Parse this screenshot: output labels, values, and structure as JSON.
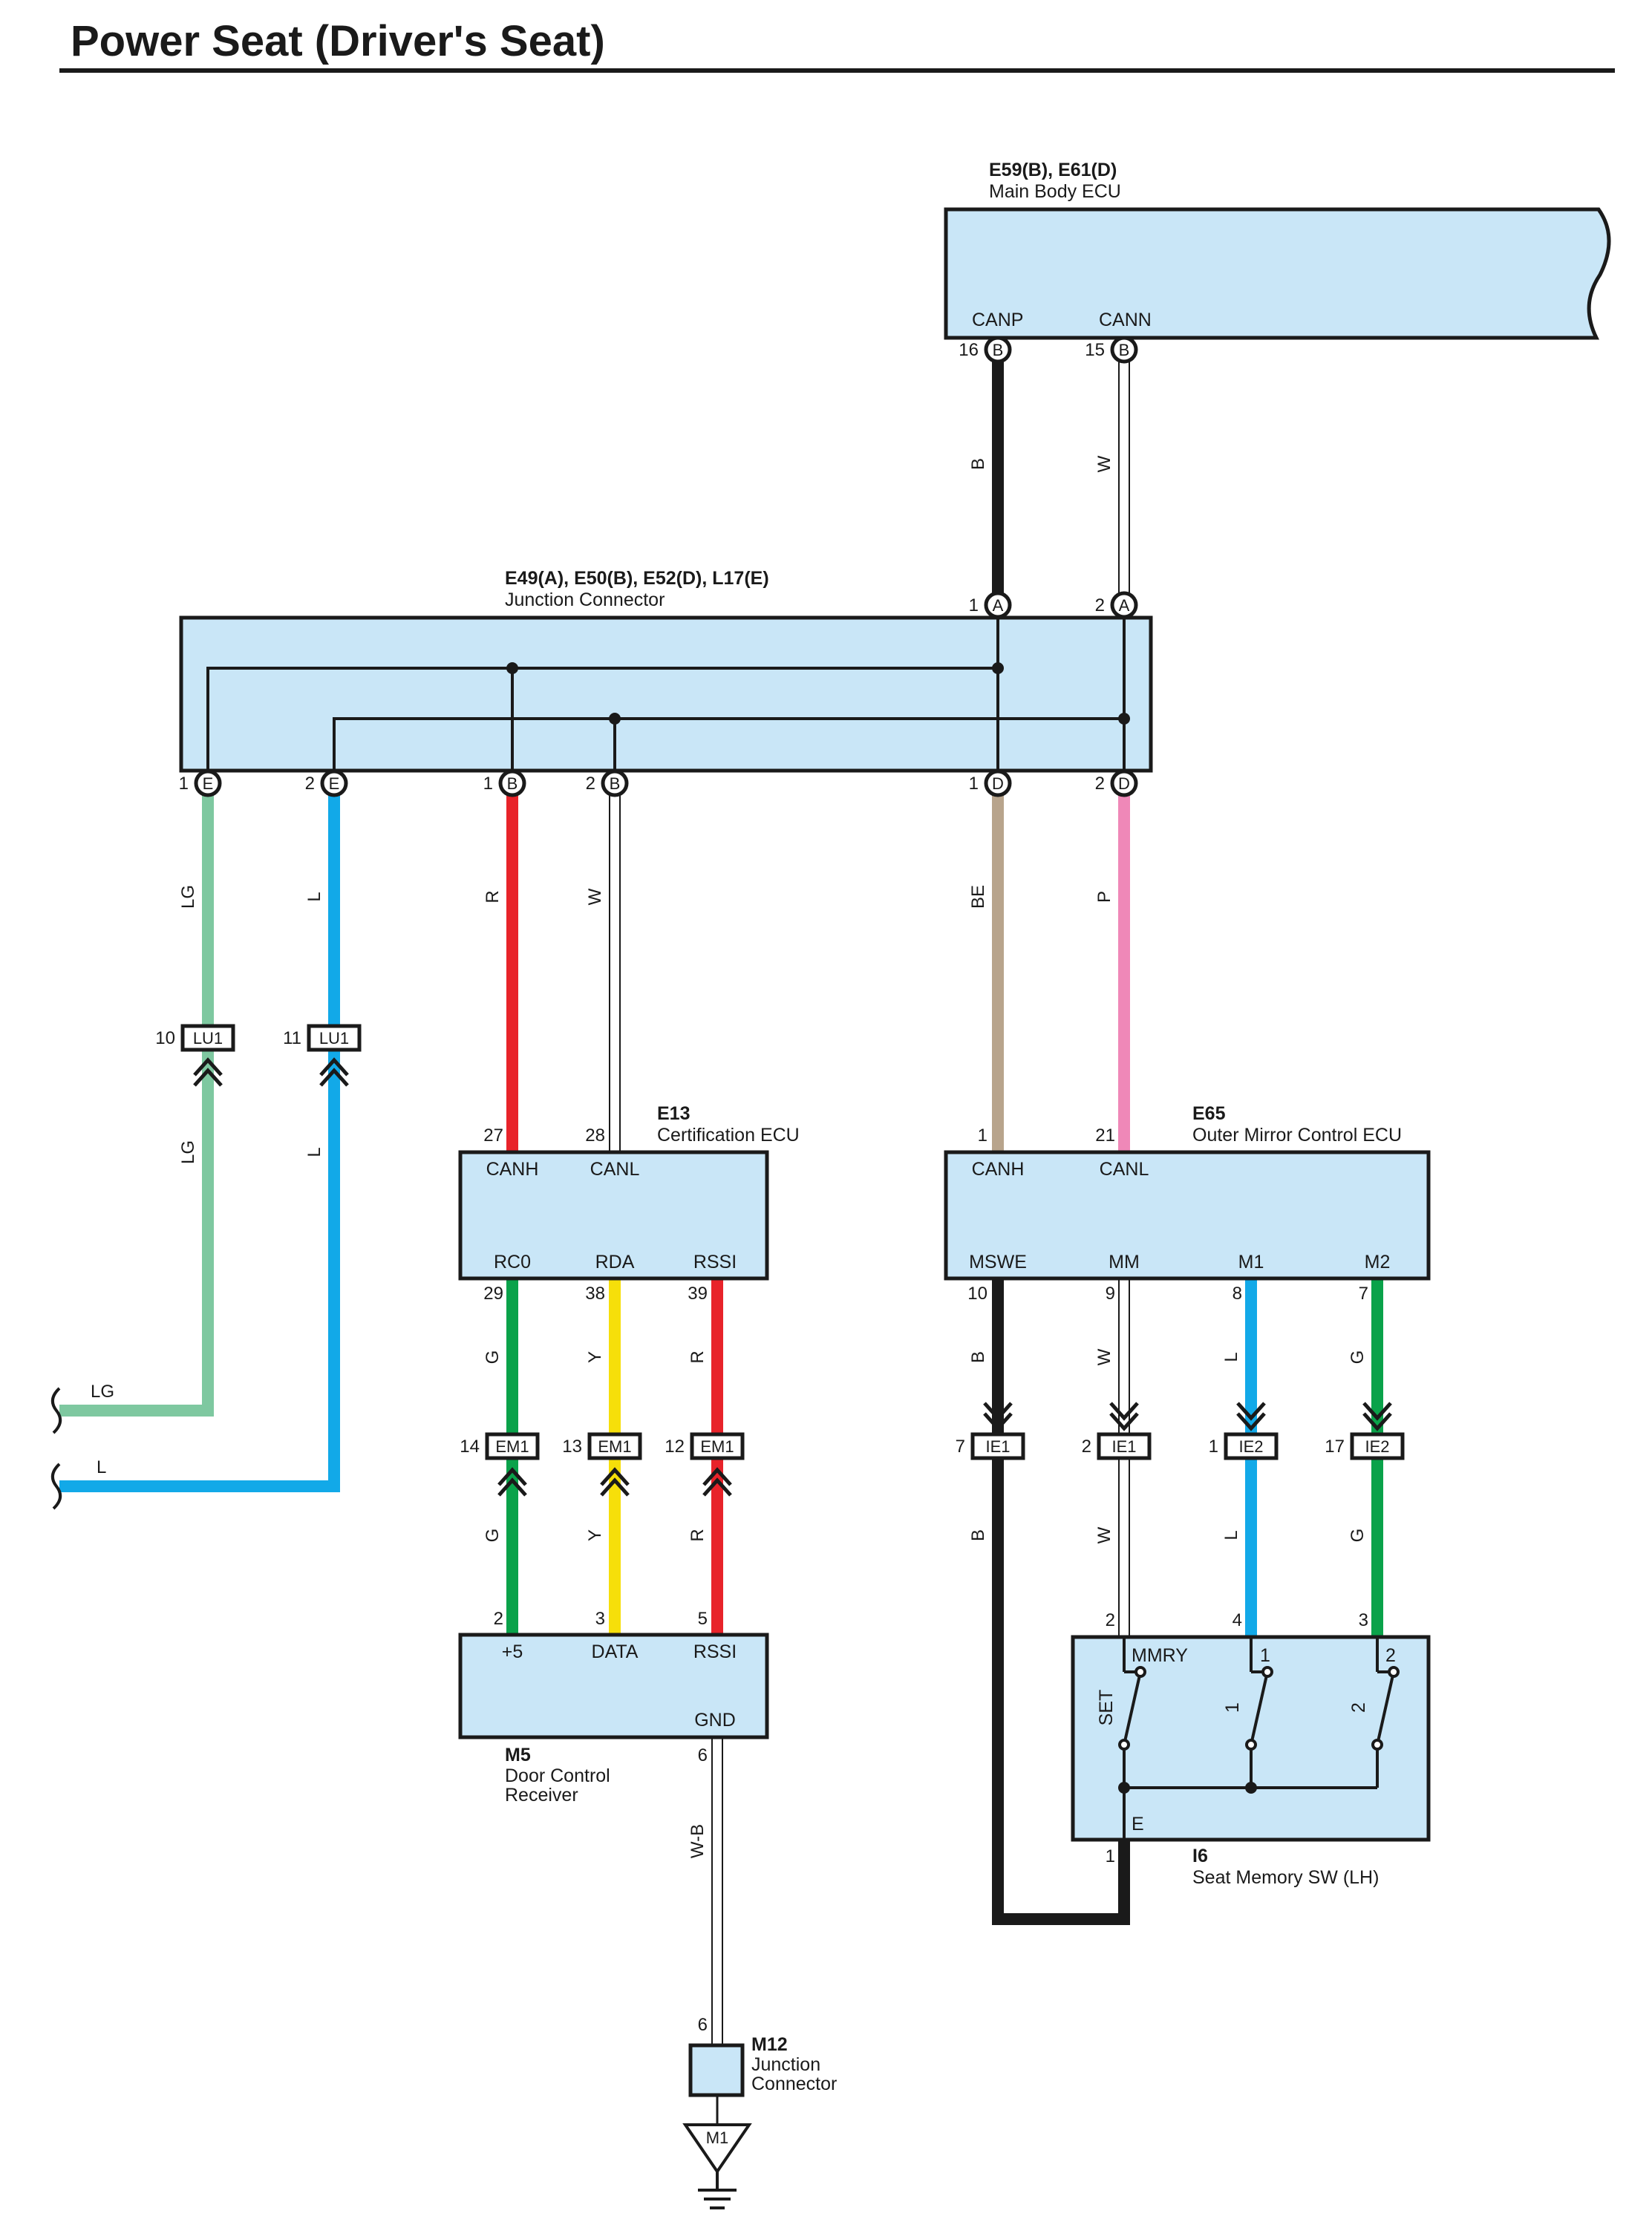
{
  "title": "Power Seat (Driver's Seat)",
  "colors": {
    "box_fill": "#c9e6f7",
    "LG": "#7ec8a0",
    "L": "#12a9e8",
    "R": "#e8232a",
    "W": "#ffffff",
    "BE": "#b8a48c",
    "P": "#ef88b8",
    "B": "#1a1a1a",
    "G": "#0aa24a",
    "Y": "#f6df0a",
    "W-B": "#ffffff"
  },
  "components": {
    "main_body_ecu": {
      "code": "E59(B), E61(D)",
      "name": "Main Body ECU",
      "pins": [
        {
          "no": "16",
          "conn": "B",
          "label": "CANP"
        },
        {
          "no": "15",
          "conn": "B",
          "label": "CANN"
        }
      ]
    },
    "junction_connector": {
      "code": "E49(A), E50(B), E52(D), L17(E)",
      "name": "Junction Connector",
      "top_pins": [
        {
          "no": "1",
          "conn": "A"
        },
        {
          "no": "2",
          "conn": "A"
        }
      ],
      "bottom_pins": [
        {
          "no": "1",
          "conn": "E"
        },
        {
          "no": "2",
          "conn": "E"
        },
        {
          "no": "1",
          "conn": "B"
        },
        {
          "no": "2",
          "conn": "B"
        },
        {
          "no": "1",
          "conn": "D"
        },
        {
          "no": "2",
          "conn": "D"
        }
      ]
    },
    "certification_ecu": {
      "code": "E13",
      "name": "Certification ECU",
      "top_pins": [
        {
          "no": "27",
          "label": "CANH"
        },
        {
          "no": "28",
          "label": "CANL"
        }
      ],
      "bottom_pins": [
        {
          "no": "29",
          "label": "RC0"
        },
        {
          "no": "38",
          "label": "RDA"
        },
        {
          "no": "39",
          "label": "RSSI"
        }
      ]
    },
    "outer_mirror_ecu": {
      "code": "E65",
      "name": "Outer Mirror Control ECU",
      "top_pins": [
        {
          "no": "1",
          "label": "CANH"
        },
        {
          "no": "21",
          "label": "CANL"
        }
      ],
      "bottom_pins": [
        {
          "no": "10",
          "label": "MSWE"
        },
        {
          "no": "9",
          "label": "MM"
        },
        {
          "no": "8",
          "label": "M1"
        },
        {
          "no": "7",
          "label": "M2"
        }
      ]
    },
    "door_control_receiver": {
      "code": "M5",
      "name_lines": [
        "Door Control",
        "Receiver"
      ],
      "top_pins": [
        {
          "no": "2",
          "label": "+5"
        },
        {
          "no": "3",
          "label": "DATA"
        },
        {
          "no": "5",
          "label": "RSSI"
        }
      ],
      "bottom_pin": {
        "no": "6",
        "label": "GND"
      }
    },
    "seat_memory_sw": {
      "code": "I6",
      "name": "Seat Memory SW (LH)",
      "top_pins": [
        {
          "no": "2",
          "label": "MMRY"
        },
        {
          "no": "4",
          "label": "1"
        },
        {
          "no": "3",
          "label": "2"
        }
      ],
      "switch_labels": [
        "SET",
        "1",
        "2"
      ],
      "bottom_pin": {
        "no": "1",
        "label": "E"
      }
    },
    "junction_m12": {
      "code": "M12",
      "name_lines": [
        "Junction",
        "Connector"
      ],
      "pin": "6"
    },
    "ground": {
      "label": "M1"
    }
  },
  "inline_connectors": {
    "lu1_a": {
      "pin": "10",
      "name": "LU1"
    },
    "lu1_b": {
      "pin": "11",
      "name": "LU1"
    },
    "em1_a": {
      "pin": "14",
      "name": "EM1"
    },
    "em1_b": {
      "pin": "13",
      "name": "EM1"
    },
    "em1_c": {
      "pin": "12",
      "name": "EM1"
    },
    "ie1_a": {
      "pin": "7",
      "name": "IE1"
    },
    "ie1_b": {
      "pin": "2",
      "name": "IE1"
    },
    "ie2_a": {
      "pin": "1",
      "name": "IE2"
    },
    "ie2_b": {
      "pin": "17",
      "name": "IE2"
    }
  },
  "wires": {
    "canp": "B",
    "cann": "W",
    "lg": "LG",
    "l": "L",
    "cert_canh": "R",
    "cert_canl": "W",
    "mirror_canh": "BE",
    "mirror_canl": "P",
    "rc0": "G",
    "rda": "Y",
    "rssi": "R",
    "mswe": "B",
    "mm": "W",
    "m1": "L",
    "m2": "G",
    "gnd": "W-B"
  },
  "left_exits": [
    "LG",
    "L"
  ]
}
